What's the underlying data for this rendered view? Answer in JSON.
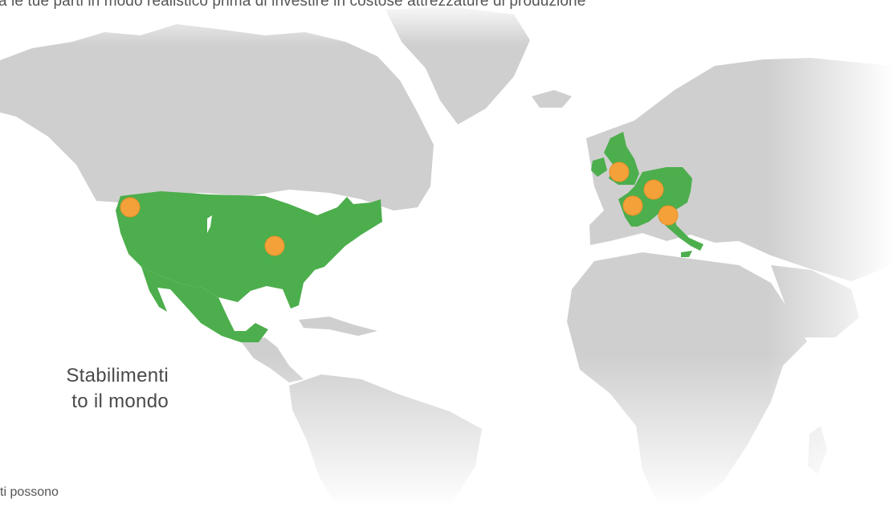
{
  "header": {
    "text": "a le tue parti in modo realistico prima di investire in costose attrezzature di produzione"
  },
  "side": {
    "line1": "Stabilimenti",
    "line2": "to il mondo",
    "body": "ti possono"
  },
  "map": {
    "colors": {
      "land": "#cfcfcf",
      "highlight": "#4cae4c",
      "marker": "#f4a13a",
      "marker_edge": "#e8902a"
    },
    "highlighted_regions": [
      "usa",
      "mexico",
      "united-kingdom",
      "ireland",
      "france",
      "germany",
      "benelux",
      "switzerland",
      "austria",
      "italy"
    ],
    "markers": [
      {
        "id": "seattle"
      },
      {
        "id": "ohio"
      },
      {
        "id": "england"
      },
      {
        "id": "germany"
      },
      {
        "id": "france"
      },
      {
        "id": "northern-italy"
      }
    ]
  }
}
